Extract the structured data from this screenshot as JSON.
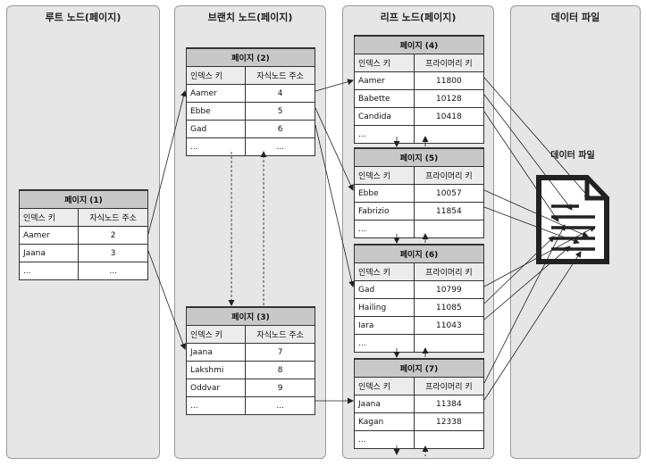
{
  "columns": {
    "root": "루트 노드(페이지)",
    "branch": "브랜치 노드(페이지)",
    "leaf": "리프 노드(페이지)",
    "data": "데이터 파일"
  },
  "data_file_label": "데이터 파일",
  "doc_icon": "document-icon",
  "pages": {
    "p1": {
      "title": "페이지 (1)",
      "headers": [
        "인덱스 키",
        "자식노드 주소"
      ],
      "rows": [
        [
          "Aamer",
          "2"
        ],
        [
          "Jaana",
          "3"
        ],
        [
          "...",
          "..."
        ]
      ]
    },
    "p2": {
      "title": "페이지 (2)",
      "headers": [
        "인덱스 키",
        "자식노드 주소"
      ],
      "rows": [
        [
          "Aamer",
          "4"
        ],
        [
          "Ebbe",
          "5"
        ],
        [
          "Gad",
          "6"
        ],
        [
          "...",
          "..."
        ]
      ]
    },
    "p3": {
      "title": "페이지 (3)",
      "headers": [
        "인덱스 키",
        "자식노드 주소"
      ],
      "rows": [
        [
          "Jaana",
          "7"
        ],
        [
          "Lakshmi",
          "8"
        ],
        [
          "Oddvar",
          "9"
        ],
        [
          "...",
          "..."
        ]
      ]
    },
    "p4": {
      "title": "페이지 (4)",
      "headers": [
        "인덱스 키",
        "프라이머리 키"
      ],
      "rows": [
        [
          "Aamer",
          "11800"
        ],
        [
          "Babette",
          "10128"
        ],
        [
          "Candida",
          "10418"
        ],
        [
          "...",
          ""
        ]
      ]
    },
    "p5": {
      "title": "페이지 (5)",
      "headers": [
        "인덱스 키",
        "프라이머리 키"
      ],
      "rows": [
        [
          "Ebbe",
          "10057"
        ],
        [
          "Fabrizio",
          "11854"
        ],
        [
          "...",
          ""
        ]
      ]
    },
    "p6": {
      "title": "페이지 (6)",
      "headers": [
        "인덱스 키",
        "프라이머리 키"
      ],
      "rows": [
        [
          "Gad",
          "10799"
        ],
        [
          "Hailing",
          "11085"
        ],
        [
          "Iara",
          "11043"
        ],
        [
          "...",
          ""
        ]
      ]
    },
    "p7": {
      "title": "페이지 (7)",
      "headers": [
        "인덱스 키",
        "프라이머리 키"
      ],
      "rows": [
        [
          "Jaana",
          "11384"
        ],
        [
          "Kagan",
          "12338"
        ],
        [
          "...",
          ""
        ]
      ]
    }
  }
}
